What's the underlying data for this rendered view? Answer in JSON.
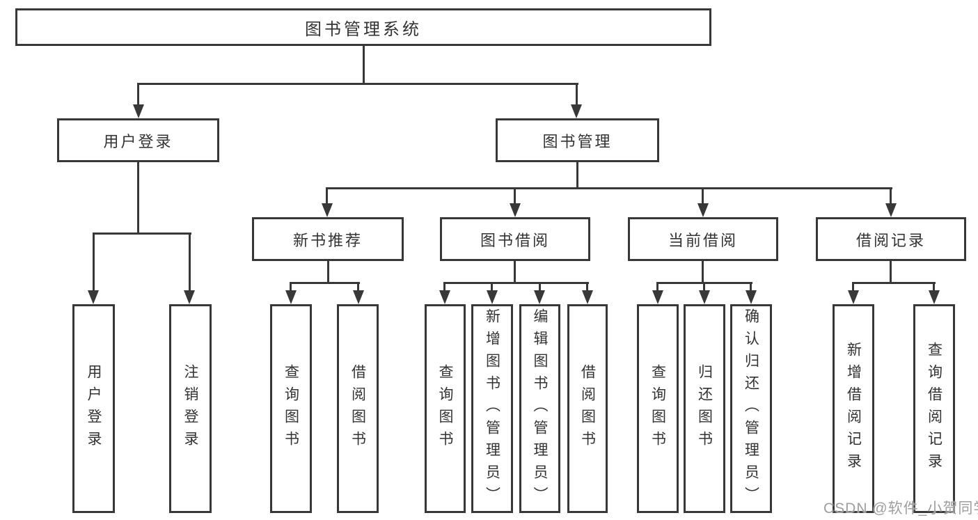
{
  "diagram": {
    "root": {
      "label": "图书管理系统"
    },
    "level2": [
      {
        "id": "user-login",
        "label": "用户登录"
      },
      {
        "id": "book-management",
        "label": "图书管理"
      }
    ],
    "level3": [
      {
        "id": "new-book-recommend",
        "label": "新书推荐"
      },
      {
        "id": "book-borrow",
        "label": "图书借阅"
      },
      {
        "id": "current-borrow",
        "label": "当前借阅"
      },
      {
        "id": "borrow-record",
        "label": "借阅记录"
      }
    ],
    "leaves": {
      "user_login": [
        "用户登录",
        "注销登录"
      ],
      "new_book_recommend": [
        "查询图书",
        "借阅图书"
      ],
      "book_borrow": [
        "查询图书",
        "新增图书（管理员）",
        "编辑图书（管理员）",
        "借阅图书"
      ],
      "current_borrow": [
        "查询图书",
        "归还图书",
        "确认归还（管理员）"
      ],
      "borrow_record": [
        "新增借阅记录",
        "查询借阅记录"
      ]
    }
  },
  "watermark": {
    "text": "CSDN @软件_小贺同学"
  },
  "colors": {
    "line": "#383838",
    "text": "#333333",
    "background": "#ffffff",
    "watermark": "#9e9e9e"
  }
}
